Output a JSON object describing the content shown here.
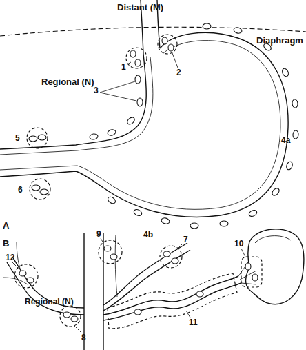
{
  "diagram": {
    "labels": [
      "Distant (M)",
      "Diaphragm",
      "Regional (N)",
      "1",
      "2",
      "3",
      "4a",
      "5",
      "6",
      "4b",
      "A",
      "9",
      "7",
      "10",
      "12",
      "Regional (N)",
      "8",
      "11",
      "B"
    ]
  }
}
